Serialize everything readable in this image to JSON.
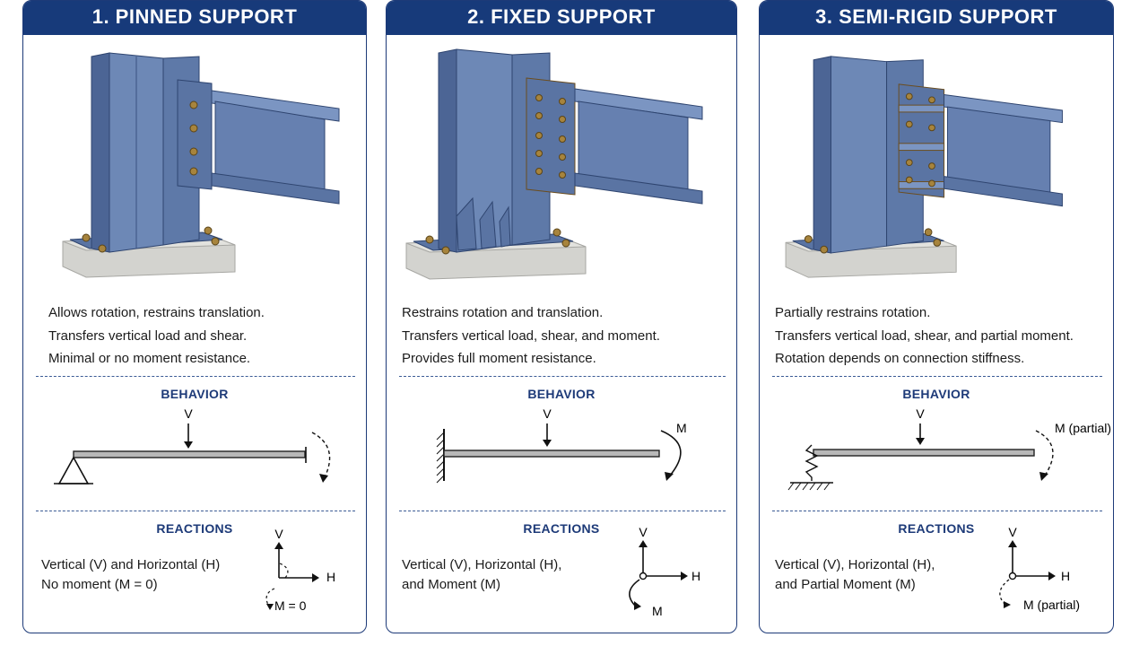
{
  "colors": {
    "header_bg": "#173a7a",
    "steel": "#5f7aa8",
    "concrete": "#cfcfcb",
    "divider": "#3b5b95"
  },
  "cards": [
    {
      "title": "1. PINNED SUPPORT",
      "desc": [
        "Allows rotation, restrains translation.",
        "Transfers vertical load and shear.",
        "Minimal or no moment resistance."
      ],
      "behavior_title": "BEHAVIOR",
      "reactions_title": "REACTIONS",
      "reactions": [
        "Vertical (V) and Horizontal (H)",
        "No moment (M = 0)"
      ],
      "diagram": {
        "v": "V",
        "h": "H",
        "m": "M = 0"
      }
    },
    {
      "title": "2. FIXED SUPPORT",
      "desc": [
        "Restrains rotation and translation.",
        "Transfers vertical load, shear, and moment.",
        "Provides full moment resistance."
      ],
      "behavior_title": "BEHAVIOR",
      "reactions_title": "REACTIONS",
      "reactions": [
        "Vertical (V), Horizontal (H),",
        "and Moment (M)"
      ],
      "diagram": {
        "v": "V",
        "h": "H",
        "m": "M"
      }
    },
    {
      "title": "3. SEMI-RIGID SUPPORT",
      "desc": [
        "Partially restrains rotation.",
        "Transfers vertical load, shear, and partial moment.",
        "Rotation depends on connection stiffness."
      ],
      "behavior_title": "BEHAVIOR",
      "reactions_title": "REACTIONS",
      "reactions": [
        "Vertical (V), Horizontal (H),",
        "and Partial Moment (M)"
      ],
      "diagram": {
        "v": "V",
        "h": "H",
        "m": "M (partial)"
      }
    }
  ]
}
